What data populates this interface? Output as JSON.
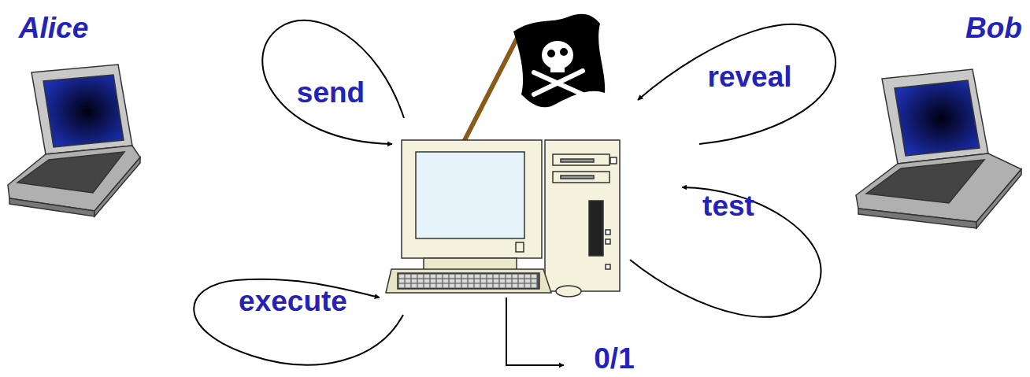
{
  "diagram": {
    "labels": [
      "Alice",
      "Bob",
      "send",
      "reveal",
      "execute",
      "test",
      "0/1"
    ]
  }
}
